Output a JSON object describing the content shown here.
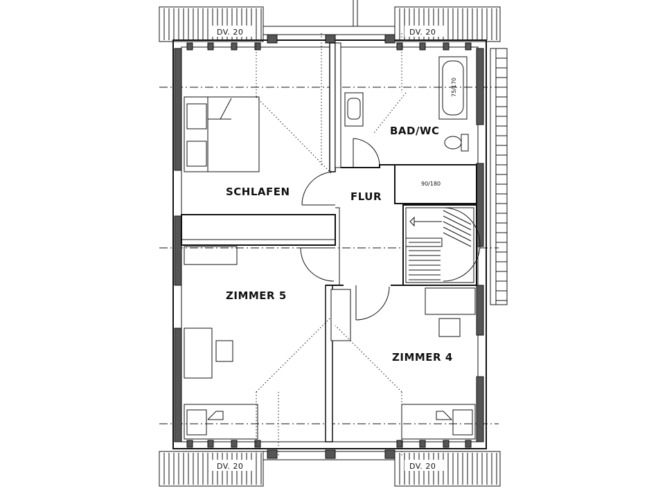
{
  "rooms": {
    "schlafen": "SCHLAFEN",
    "flur": "FLUR",
    "bad_wc": "BAD/WC",
    "zimmer5": "ZIMMER 5",
    "zimmer4": "ZIMMER 4"
  },
  "dormers": {
    "top_left": "DV. 20",
    "top_right": "DV. 20",
    "bottom_left": "DV. 20",
    "bottom_right": "DV. 20"
  },
  "fixtures": {
    "bathtub": "75/170",
    "shower": "90/180"
  }
}
